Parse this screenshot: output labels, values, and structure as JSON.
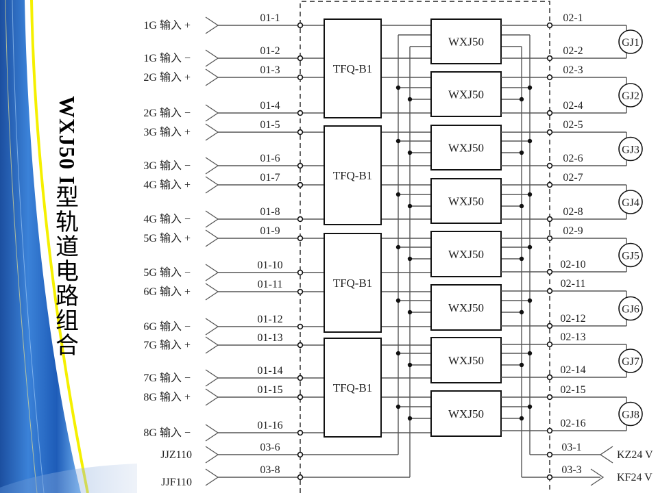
{
  "title": {
    "latin": "WXJ50 I",
    "cjk": [
      "型",
      "轨",
      "道",
      "电",
      "路",
      "组",
      "合"
    ]
  },
  "colors": {
    "wire": "#555555",
    "box": "#111111",
    "text": "#222222",
    "bg_blue": "#2f6fc4",
    "bg_yellow": "#f5f000"
  },
  "inputs": [
    {
      "label": "1G 输入 +",
      "terminal": "01-1"
    },
    {
      "label": "1G 输入 −",
      "terminal": "01-2"
    },
    {
      "label": "2G 输入 +",
      "terminal": "01-3"
    },
    {
      "label": "2G 输入 −",
      "terminal": "01-4"
    },
    {
      "label": "3G 输入 +",
      "terminal": "01-5"
    },
    {
      "label": "3G 输入 −",
      "terminal": "01-6"
    },
    {
      "label": "4G 输入 +",
      "terminal": "01-7"
    },
    {
      "label": "4G 输入 −",
      "terminal": "01-8"
    },
    {
      "label": "5G 输入 +",
      "terminal": "01-9"
    },
    {
      "label": "5G 输入 −",
      "terminal": "01-10"
    },
    {
      "label": "6G 输入 +",
      "terminal": "01-11"
    },
    {
      "label": "6G 输入 −",
      "terminal": "01-12"
    },
    {
      "label": "7G 输入 +",
      "terminal": "01-13"
    },
    {
      "label": "7G 输入 −",
      "terminal": "01-14"
    },
    {
      "label": "8G 输入 +",
      "terminal": "01-15"
    },
    {
      "label": "8G 输入 −",
      "terminal": "01-16"
    }
  ],
  "power_inputs": [
    {
      "label": "JJZ110",
      "terminal": "03-6"
    },
    {
      "label": "JJF110",
      "terminal": "03-8"
    }
  ],
  "filters": [
    "TFQ-B1",
    "TFQ-B1",
    "TFQ-B1",
    "TFQ-B1"
  ],
  "receivers": [
    "WXJ50",
    "WXJ50",
    "WXJ50",
    "WXJ50",
    "WXJ50",
    "WXJ50",
    "WXJ50",
    "WXJ50"
  ],
  "outputs": [
    "02-1",
    "02-2",
    "02-3",
    "02-4",
    "02-5",
    "02-6",
    "02-7",
    "02-8",
    "02-9",
    "02-10",
    "02-11",
    "02-12",
    "02-13",
    "02-14",
    "02-15",
    "02-16"
  ],
  "relays": [
    "GJ1",
    "GJ2",
    "GJ3",
    "GJ4",
    "GJ5",
    "GJ6",
    "GJ7",
    "GJ8"
  ],
  "power_outputs": [
    {
      "label": "KZ24 V",
      "terminal": "03-1"
    },
    {
      "label": "KF24 V",
      "terminal": "03-3"
    }
  ]
}
